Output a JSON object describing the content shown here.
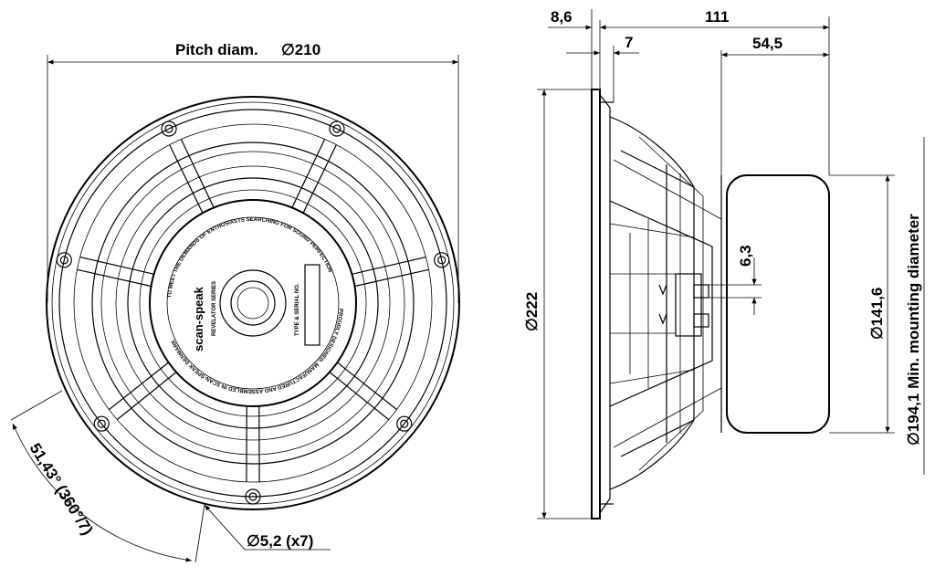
{
  "front_view": {
    "pitch_label": "Pitch diam.",
    "pitch_value": "∅210",
    "angle_label": "51,43° (360°/7)",
    "hole_label": "∅5,2 (x7)",
    "brand": "scan-speak",
    "series": "REVELATOR SERIES",
    "serial_label": "TYPE & SERIAL NO.",
    "ring_text_top": "TO MEET THE DEMANDS OF ENTHUSIASTS SEARCHING FOR SOUND PERFECTION",
    "ring_text_right": "PROUDLY DESIGNED, MANUFACTURED AND ASSEMBLED IN SCAN-SPEAK DENMARK"
  },
  "side_view": {
    "dim_flange": "8,6",
    "dim_depth": "111",
    "dim_seat": "7",
    "dim_magnet": "54,5",
    "dim_overall": "∅222",
    "dim_magnet_diam": "∅141,6",
    "dim_mounting": "∅194,1 Min. mounting diameter",
    "dim_terminal": "6,3"
  }
}
